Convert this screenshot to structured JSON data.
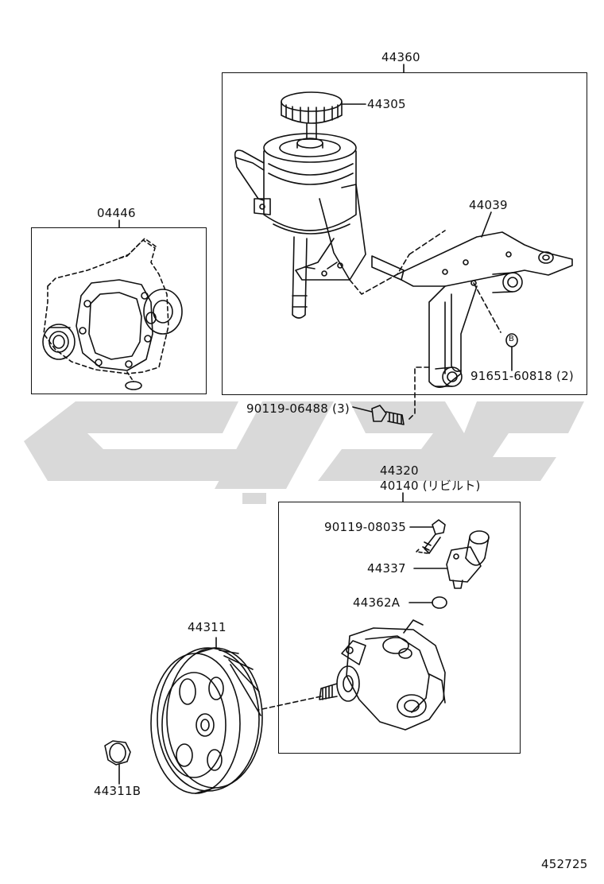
{
  "parts": {
    "assembly_reservoir": "44360",
    "cap": "44305",
    "gasket_kit": "04446",
    "bracket": "44039",
    "nut": "91651-60818",
    "nut_qty": "(2)",
    "bolt_upper": "90119-06488",
    "bolt_upper_qty": "(3)",
    "pump_assy": "44320",
    "pump_reman": "40140",
    "pump_reman_note": "(リビルト)",
    "bolt_union": "90119-08035",
    "union": "44337",
    "oring": "44362A",
    "pulley": "44311",
    "pulley_nut": "44311B",
    "nut_marker": "B"
  },
  "footer": {
    "diagram_code": "452725"
  },
  "colors": {
    "line": "#111111",
    "watermark": "#d9d9d9"
  }
}
